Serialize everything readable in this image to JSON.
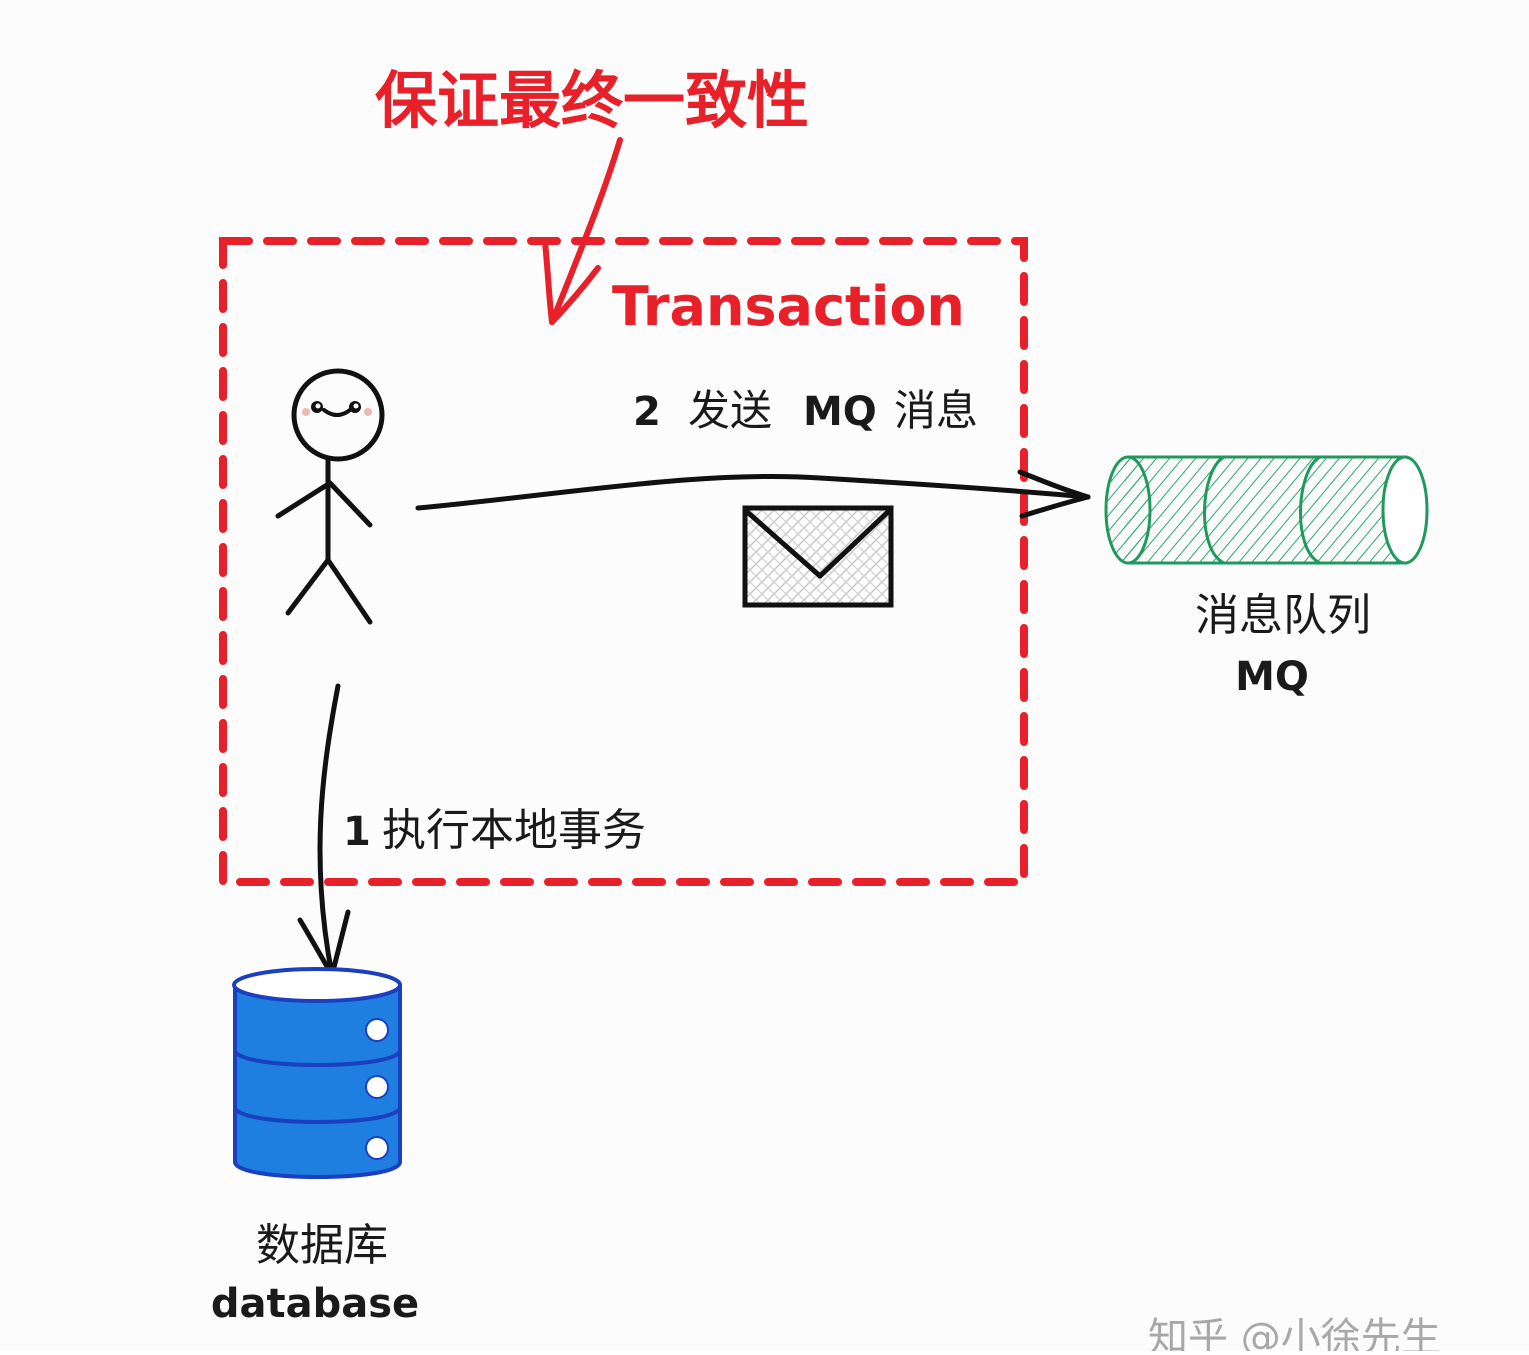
{
  "heading": "保证最终一致性",
  "transaction_label": "Transaction",
  "actor": {
    "icon": "stick-figure-icon"
  },
  "steps": {
    "send_mq": {
      "number": "2",
      "text": "发送",
      "mq": "MQ",
      "text2": "消息"
    },
    "local_tx": {
      "number": "1",
      "text": "执行本地事务"
    }
  },
  "message_icon": "envelope-icon",
  "queue": {
    "title": "消息队列",
    "subtitle": "MQ",
    "icon": "message-queue-cylinder-icon"
  },
  "database": {
    "title": "数据库",
    "subtitle": "database",
    "icon": "database-icon"
  },
  "watermark": "知乎 @小徐先生",
  "colors": {
    "accent_red": "#e8202a",
    "db_blue": "#1f7fe0",
    "queue_green": "#1f9a5c",
    "ink": "#1a1a1a"
  }
}
